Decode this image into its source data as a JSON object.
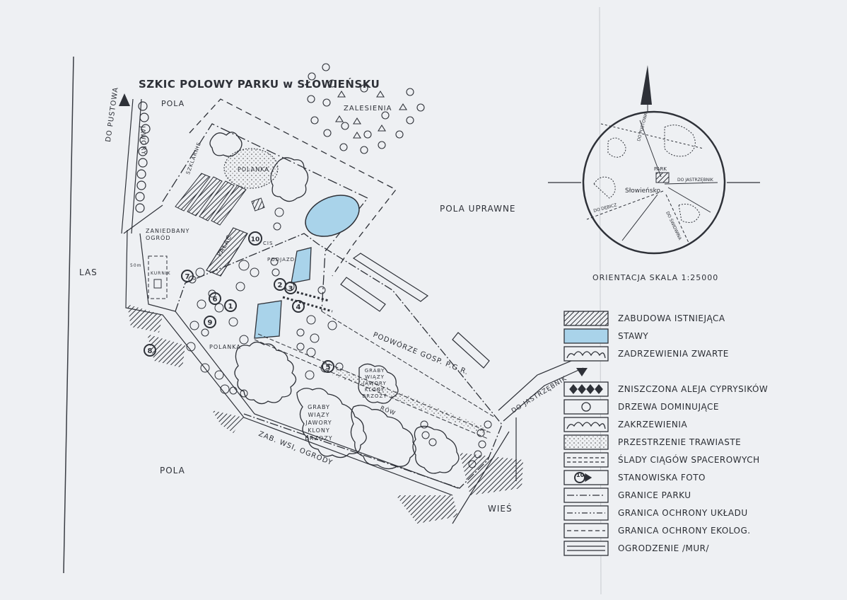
{
  "map": {
    "title": "SZKIC POLOWY PARKU w SŁOWIEŃSKU",
    "labels": {
      "pola_top": "POLA",
      "do_pustowa": "DO PUSTOWA",
      "jawory": "JAWORY",
      "zalesienia": "ZALESIENIA",
      "polanka_top": "POLANKA",
      "szklarnie": "SZKLARNIE",
      "zaniedbany_ogrod": "ZANIEDBANY OGRÓD",
      "palac": "PAŁAC",
      "kurnik": "KURNIK",
      "pola_uprawne": "POLA UPRAWNE",
      "las": "LAS",
      "podjazd": "PODJAZD",
      "cis": "CIS",
      "polanka_low": "POLANKA",
      "podworze": "PODWÓRZE GOSP. P.G.R.",
      "do_jastrzebnik": "DO JASTRZĘBNIK",
      "graby_1": "GRABY WIĄZY JAWORY KLONY BRZOZY",
      "graby_2": "GRABY WIĄZY JAWORY KLONY BRZOZY",
      "row": "RÓW",
      "zab_wsi": "ZAB. WSI, OGRODY",
      "pola_bottom": "POLA",
      "wies": "WIEŚ",
      "dist_50": "50m"
    },
    "photo_stations": [
      "1",
      "2",
      "3",
      "4",
      "5",
      "6",
      "7",
      "8",
      "9",
      "10"
    ]
  },
  "inset": {
    "caption": "ORIENTACJA SKALA 1:25000",
    "place": "Słowieńsko",
    "labels": [
      "PARK",
      "DO JASTRZĘBNIK",
      "DO PUSTOWA",
      "DO ŚWIDWINA",
      "DO DĘBICZ"
    ]
  },
  "legend": [
    {
      "key": "built",
      "label": "ZABUDOWA ISTNIEJĄCA"
    },
    {
      "key": "ponds",
      "label": "STAWY"
    },
    {
      "key": "dense",
      "label": "ZADRZEWIENIA ZWARTE"
    },
    {
      "key": "alley",
      "label": "ZNISZCZONA ALEJA CYPRYSIKÓW"
    },
    {
      "key": "dominant",
      "label": "DRZEWA DOMINUJĄCE"
    },
    {
      "key": "shrubs",
      "label": "ZAKRZEWIENIA"
    },
    {
      "key": "grass",
      "label": "PRZESTRZENIE TRAWIASTE"
    },
    {
      "key": "paths",
      "label": "ŚLADY CIĄGÓW SPACEROWYCH"
    },
    {
      "key": "photo",
      "label": "STANOWISKA FOTO",
      "symbol": "10"
    },
    {
      "key": "park_border",
      "label": "GRANICE PARKU"
    },
    {
      "key": "layout_border",
      "label": "GRANICA OCHRONY UKŁADU"
    },
    {
      "key": "eco_border",
      "label": "GRANICA OCHRONY EKOLOG."
    },
    {
      "key": "wall",
      "label": "OGRODZENIE /MUR/"
    }
  ],
  "colors": {
    "ink": "#2e3138",
    "pond": "#a9d3ea",
    "paper": "#eef0f3"
  }
}
